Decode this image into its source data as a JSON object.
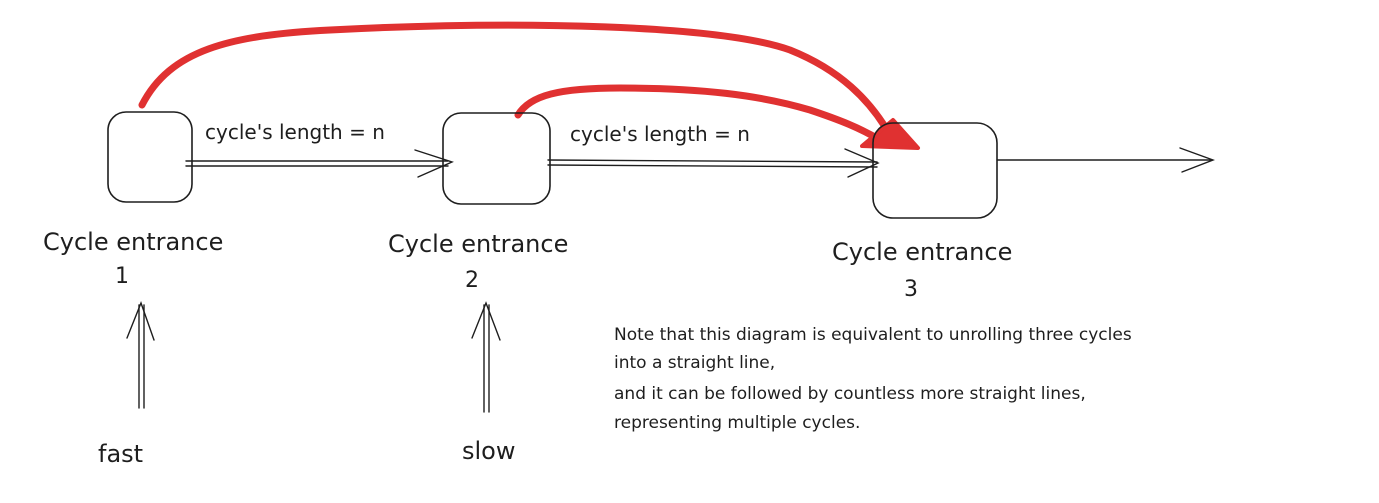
{
  "edges": [
    {
      "label": "cycle's length = n"
    },
    {
      "label": "cycle's length = n"
    }
  ],
  "nodes": [
    {
      "label": "Cycle entrance",
      "number": "1"
    },
    {
      "label": "Cycle entrance",
      "number": "2"
    },
    {
      "label": "Cycle entrance",
      "number": "3"
    }
  ],
  "pointers": {
    "fast": "fast",
    "slow": "slow"
  },
  "note": {
    "lines": [
      "Note that this diagram is equivalent to unrolling three cycles",
      "into a straight line,",
      "and it can be followed by countless more straight lines,",
      "representing multiple cycles."
    ]
  },
  "colors": {
    "ink": "#1e1e1e",
    "jump_arrow": "#e03131"
  }
}
